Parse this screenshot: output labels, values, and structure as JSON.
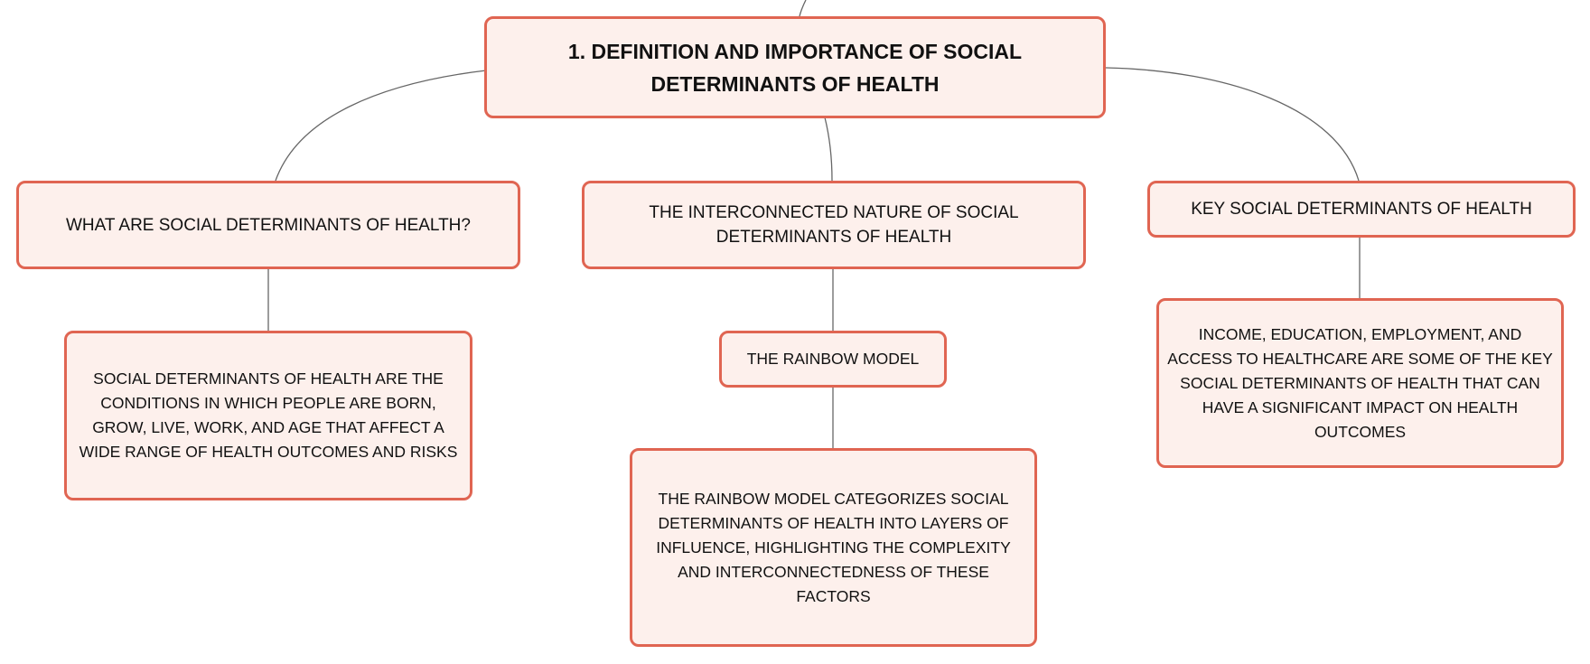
{
  "colors": {
    "node_fill": "#fdf0ec",
    "node_border": "#e06552",
    "connector": "#666666",
    "text": "#111111"
  },
  "mindmap": {
    "root": {
      "label": "1. DEFINITION AND IMPORTANCE OF SOCIAL DETERMINANTS OF HEALTH"
    },
    "branches": [
      {
        "label": "WHAT ARE SOCIAL DETERMINANTS OF HEALTH?",
        "children": [
          {
            "label": "SOCIAL DETERMINANTS OF HEALTH ARE THE CONDITIONS IN WHICH PEOPLE ARE BORN, GROW, LIVE, WORK, AND AGE THAT AFFECT A WIDE RANGE OF HEALTH OUTCOMES AND RISKS"
          }
        ]
      },
      {
        "label": "THE INTERCONNECTED NATURE OF SOCIAL DETERMINANTS OF HEALTH",
        "children": [
          {
            "label": "THE RAINBOW MODEL",
            "children": [
              {
                "label": "THE RAINBOW MODEL CATEGORIZES SOCIAL DETERMINANTS OF HEALTH INTO LAYERS OF INFLUENCE, HIGHLIGHTING THE COMPLEXITY AND INTERCONNECTEDNESS OF THESE FACTORS"
              }
            ]
          }
        ]
      },
      {
        "label": "KEY SOCIAL DETERMINANTS OF HEALTH",
        "children": [
          {
            "label": "INCOME, EDUCATION, EMPLOYMENT, AND ACCESS TO HEALTHCARE ARE SOME OF THE KEY SOCIAL DETERMINANTS OF HEALTH THAT CAN HAVE A SIGNIFICANT IMPACT ON HEALTH OUTCOMES"
          }
        ]
      }
    ]
  }
}
